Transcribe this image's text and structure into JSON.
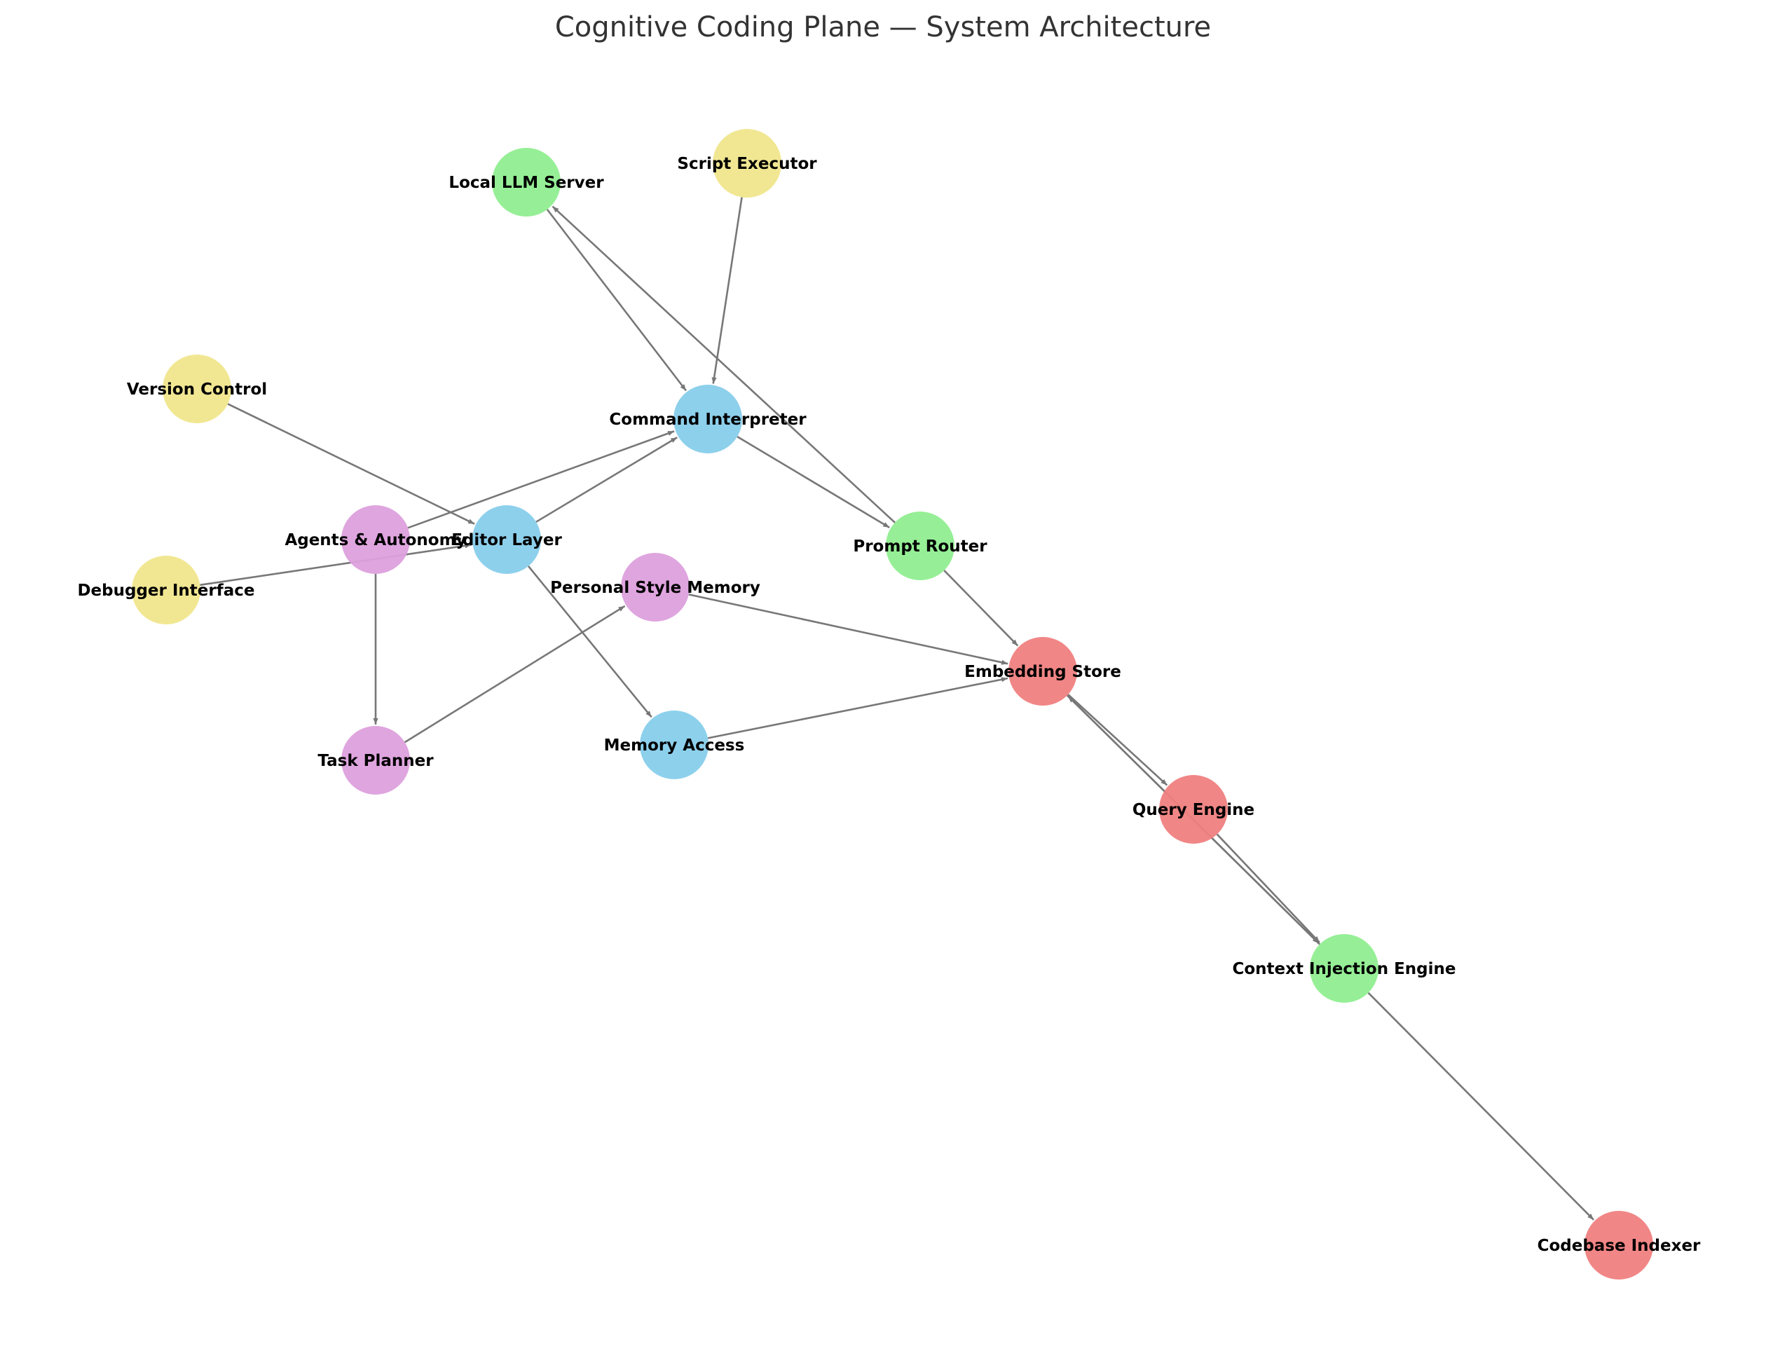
{
  "title": "Cognitive Coding Plane — System Architecture",
  "colors": {
    "blue": "#87ceeb",
    "green": "#90ee90",
    "yellow": "#f0e68c",
    "violet": "#dda0dd",
    "red": "#f08080",
    "edge": "#777777"
  },
  "nodes": [
    {
      "id": "local-llm-server",
      "label": "Local LLM Server",
      "color": "green"
    },
    {
      "id": "script-executor",
      "label": "Script Executor",
      "color": "yellow"
    },
    {
      "id": "version-control",
      "label": "Version Control",
      "color": "yellow"
    },
    {
      "id": "command-interpreter",
      "label": "Command Interpreter",
      "color": "blue"
    },
    {
      "id": "agents-autonomy",
      "label": "Agents & Autonomy",
      "color": "violet"
    },
    {
      "id": "editor-layer",
      "label": "Editor Layer",
      "color": "blue"
    },
    {
      "id": "prompt-router",
      "label": "Prompt Router",
      "color": "green"
    },
    {
      "id": "debugger-interface",
      "label": "Debugger Interface",
      "color": "yellow"
    },
    {
      "id": "personal-style-memory",
      "label": "Personal Style Memory",
      "color": "violet"
    },
    {
      "id": "embedding-store",
      "label": "Embedding Store",
      "color": "red"
    },
    {
      "id": "task-planner",
      "label": "Task Planner",
      "color": "violet"
    },
    {
      "id": "memory-access",
      "label": "Memory Access",
      "color": "blue"
    },
    {
      "id": "query-engine",
      "label": "Query Engine",
      "color": "red"
    },
    {
      "id": "context-injection-engine",
      "label": "Context Injection Engine",
      "color": "green"
    },
    {
      "id": "codebase-indexer",
      "label": "Codebase Indexer",
      "color": "red"
    }
  ],
  "edges": [
    {
      "from": "local-llm-server",
      "to": "command-interpreter"
    },
    {
      "from": "script-executor",
      "to": "command-interpreter"
    },
    {
      "from": "prompt-router",
      "to": "local-llm-server"
    },
    {
      "from": "command-interpreter",
      "to": "prompt-router"
    },
    {
      "from": "version-control",
      "to": "editor-layer"
    },
    {
      "from": "editor-layer",
      "to": "command-interpreter"
    },
    {
      "from": "agents-autonomy",
      "to": "command-interpreter"
    },
    {
      "from": "debugger-interface",
      "to": "editor-layer"
    },
    {
      "from": "agents-autonomy",
      "to": "task-planner"
    },
    {
      "from": "editor-layer",
      "to": "memory-access"
    },
    {
      "from": "task-planner",
      "to": "personal-style-memory"
    },
    {
      "from": "personal-style-memory",
      "to": "embedding-store"
    },
    {
      "from": "memory-access",
      "to": "embedding-store"
    },
    {
      "from": "prompt-router",
      "to": "embedding-store"
    },
    {
      "from": "embedding-store",
      "to": "query-engine"
    },
    {
      "from": "embedding-store",
      "to": "context-injection-engine"
    },
    {
      "from": "context-injection-engine",
      "to": "embedding-store"
    },
    {
      "from": "query-engine",
      "to": "context-injection-engine"
    },
    {
      "from": "context-injection-engine",
      "to": "codebase-indexer"
    }
  ]
}
